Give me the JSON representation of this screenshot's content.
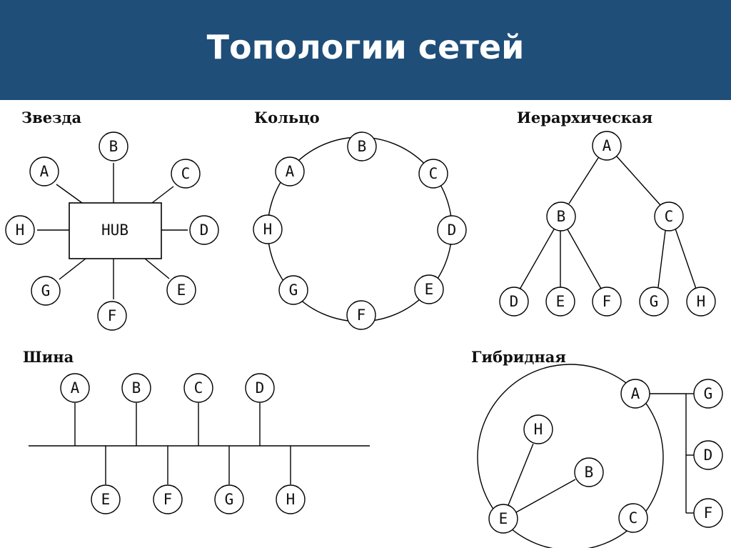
{
  "title": "Топологии сетей",
  "colors": {
    "header_bg": "#1f4e79",
    "header_text": "#ffffff",
    "line": "#000000"
  },
  "sections": {
    "star": {
      "title": "Звезда",
      "hub_label": "HUB",
      "nodes": [
        "A",
        "B",
        "C",
        "D",
        "E",
        "F",
        "G",
        "H"
      ]
    },
    "ring": {
      "title": "Кольцо",
      "nodes": [
        "A",
        "B",
        "C",
        "D",
        "E",
        "F",
        "G",
        "H"
      ]
    },
    "hierarchical": {
      "title": "Иерархическая",
      "nodes": [
        "A",
        "B",
        "C",
        "D",
        "E",
        "F",
        "G",
        "H"
      ]
    },
    "bus": {
      "title": "Шина",
      "nodes": [
        "A",
        "B",
        "C",
        "D",
        "E",
        "F",
        "G",
        "H"
      ]
    },
    "hybrid": {
      "title": "Гибридная",
      "nodes": [
        "A",
        "B",
        "C",
        "D",
        "E",
        "F",
        "G",
        "H"
      ]
    }
  }
}
